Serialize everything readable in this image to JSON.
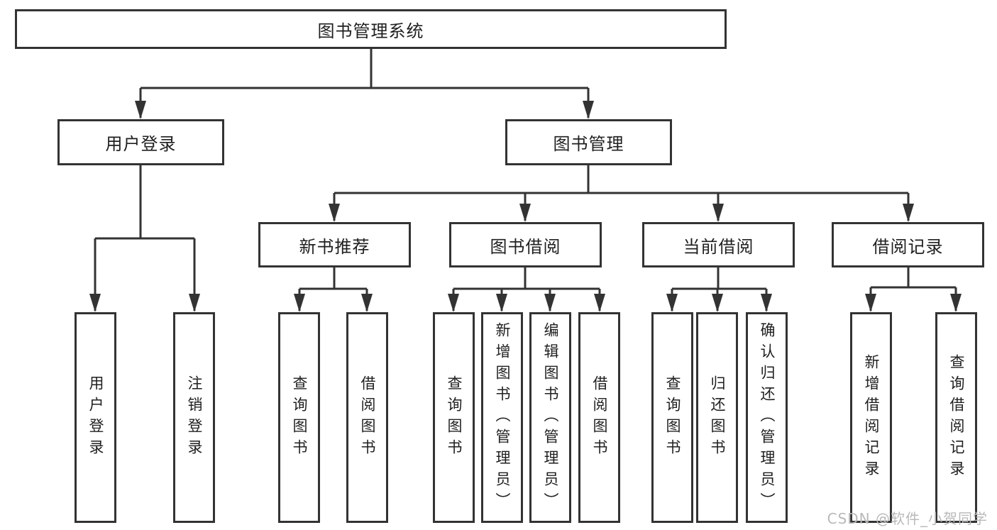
{
  "diagram": {
    "root": "图书管理系统",
    "level2": [
      "用户登录",
      "图书管理"
    ],
    "level3": [
      "新书推荐",
      "图书借阅",
      "当前借阅",
      "借阅记录"
    ],
    "leaves": [
      "用户登录",
      "注销登录",
      "查询图书",
      "借阅图书",
      "查询图书",
      "新增图书（管理员）",
      "编辑图书（管理员）",
      "借阅图书",
      "查询图书",
      "归还图书",
      "确认归还（管理员）",
      "新增借阅记录",
      "查询借阅记录"
    ]
  },
  "watermark": "CSDN @软件_小贺同学",
  "colors": {
    "line": "#333333",
    "border": "#333333",
    "text": "#1f1f1f",
    "watermark": "#b9b9b9",
    "background": "#ffffff"
  }
}
